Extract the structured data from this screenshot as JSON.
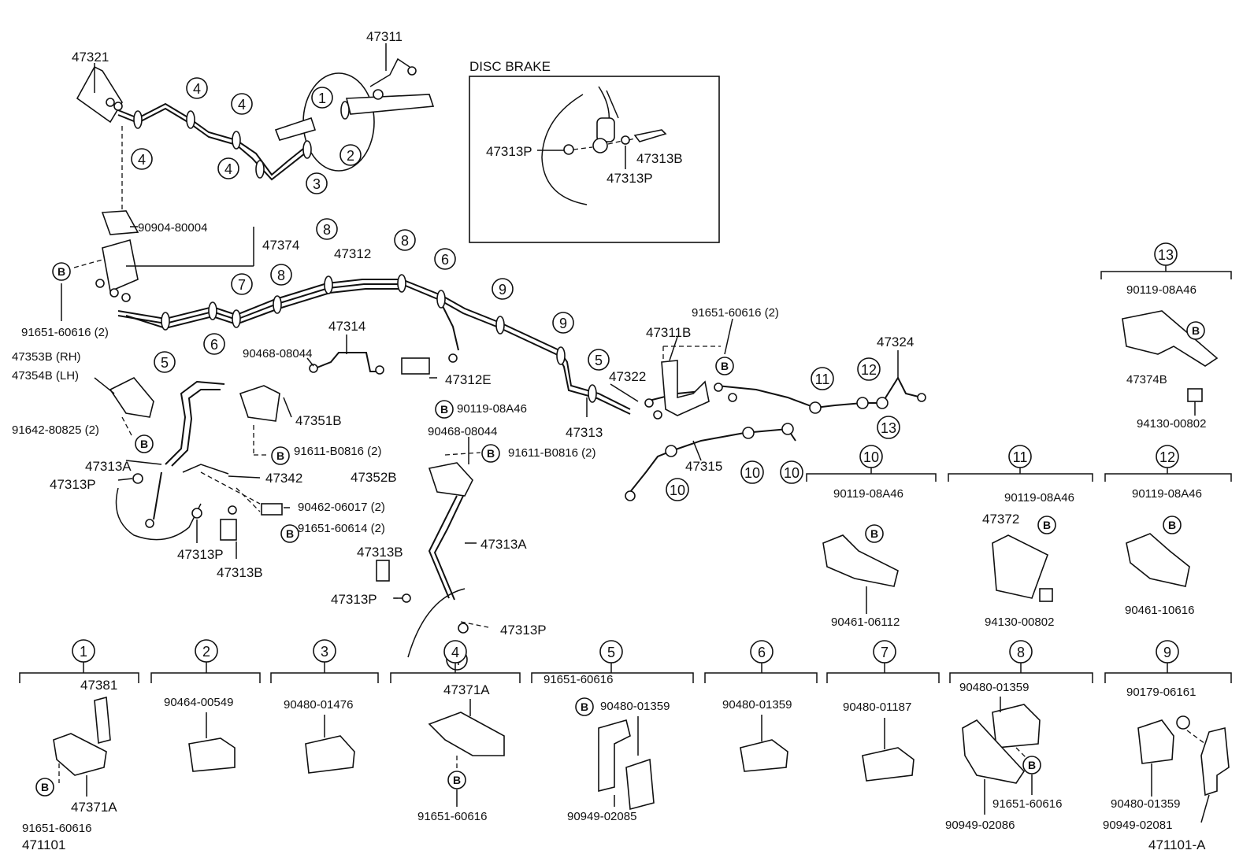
{
  "disc_brake": {
    "title": "DISC BRAKE",
    "labels": [
      "47313P",
      "47313B",
      "47313P"
    ]
  },
  "callouts": [
    "47321",
    "47311",
    "90904-80004",
    "47374",
    "47312",
    "91651-60616 (2)",
    "47353B (RH)",
    "47354B (LH)",
    "91642-80825 (2)",
    "47313A",
    "47313P",
    "47313P",
    "47313B",
    "47342",
    "47314",
    "90468-08044",
    "47351B",
    "91611-B0816 (2)",
    "47312E",
    "90119-08A46",
    "90468-08044",
    "91611-B0816 (2)",
    "47352B",
    "90462-06017 (2)",
    "91651-60614 (2)",
    "47313A",
    "47313B",
    "47313P",
    "47313P",
    "47311B",
    "91651-60616 (2)",
    "47322",
    "47313",
    "47315",
    "47324"
  ],
  "circled_markers": [
    "1",
    "2",
    "3",
    "4",
    "4",
    "4",
    "4",
    "4",
    "5",
    "6",
    "7",
    "8",
    "8",
    "8",
    "6",
    "9",
    "9",
    "5",
    "10",
    "10",
    "10",
    "11",
    "12",
    "13"
  ],
  "details": [
    {
      "num": "1",
      "parts": [
        "47381",
        "47371A",
        "91651-60616"
      ]
    },
    {
      "num": "2",
      "parts": [
        "90464-00549"
      ]
    },
    {
      "num": "3",
      "parts": [
        "90480-01476"
      ]
    },
    {
      "num": "4",
      "parts": [
        "47371A",
        "91651-60616"
      ]
    },
    {
      "num": "5",
      "parts": [
        "91651-60616",
        "90480-01359",
        "90949-02085"
      ]
    },
    {
      "num": "6",
      "parts": [
        "90480-01359"
      ]
    },
    {
      "num": "7",
      "parts": [
        "90480-01187"
      ]
    },
    {
      "num": "8",
      "parts": [
        "90480-01359",
        "91651-60616",
        "90949-02086"
      ]
    },
    {
      "num": "9",
      "parts": [
        "90179-06161",
        "90480-01359",
        "90949-02081"
      ]
    },
    {
      "num": "10",
      "parts": [
        "90119-08A46",
        "90461-06112"
      ]
    },
    {
      "num": "11",
      "parts": [
        "90119-08A46",
        "47372",
        "94130-00802"
      ]
    },
    {
      "num": "12",
      "parts": [
        "90119-08A46",
        "90461-10616"
      ]
    },
    {
      "num": "13",
      "parts": [
        "90119-08A46",
        "47374B",
        "94130-00802"
      ]
    }
  ],
  "bolt_symbol": "B",
  "codes": {
    "left": "471101",
    "right": "471101-A"
  }
}
